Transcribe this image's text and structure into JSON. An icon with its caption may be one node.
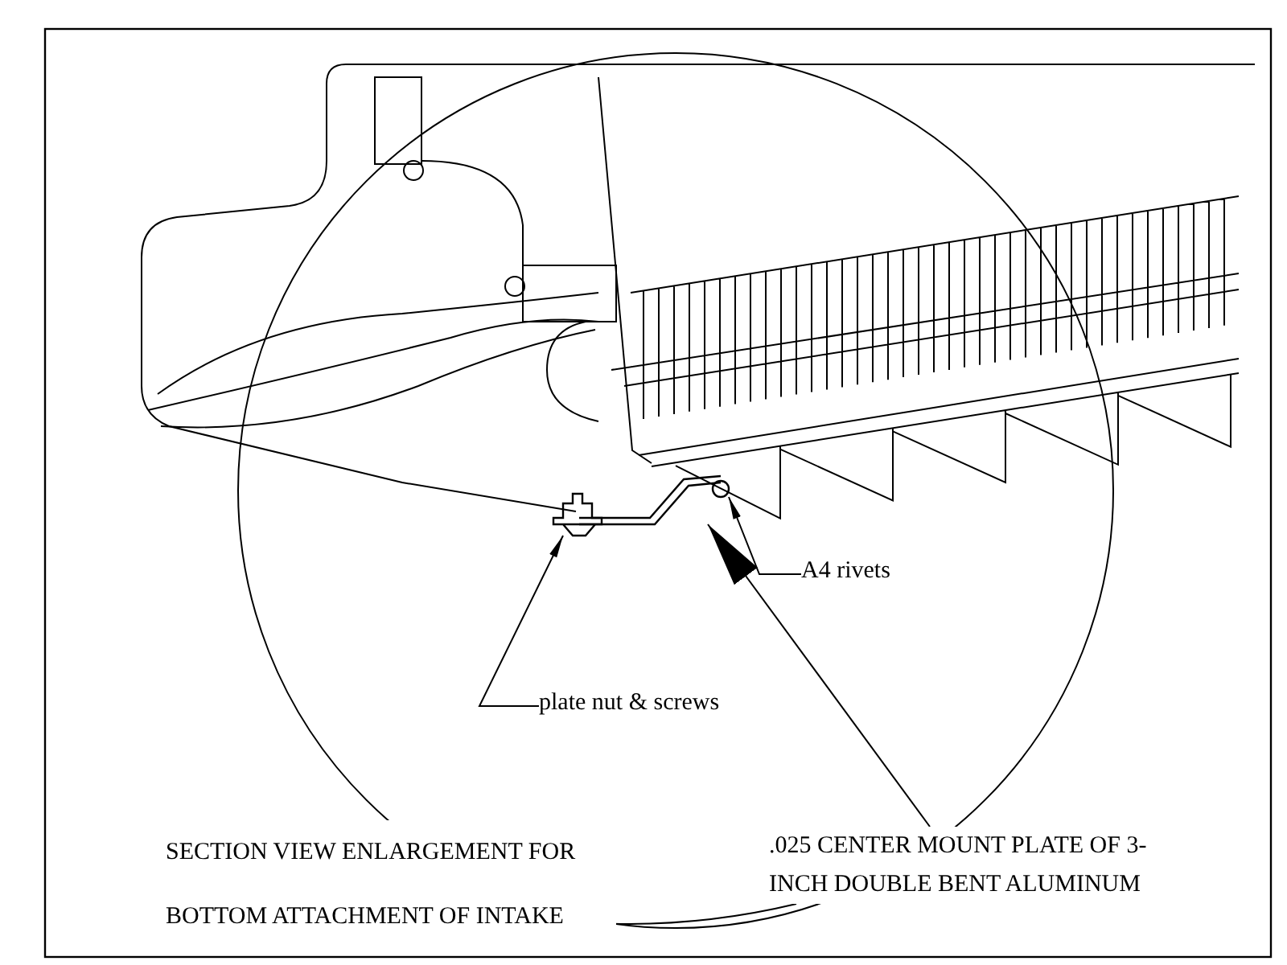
{
  "diagram": {
    "caption": "SECTION VIEW ENLARGEMENT FOR BOTTOM ATTACHMENT OF INTAKE",
    "nodes": [
      {
        "text": [
          "plate nut & screws"
        ]
      },
      {
        "text": [],
        "shape": "picture"
      },
      {
        "text": [
          "A4 rivets"
        ]
      },
      {
        "text": [],
        "shape": "circle"
      },
      {
        "text": [
          ".025 CENTER MOUNT PLATE OF 3-INCH DOUBLE BENT ALUMINUM"
        ]
      },
      {
        "text": [],
        "shape": "picture"
      }
    ],
    "edges": [
      {
        "from": 0,
        "to": 1,
        "arrow": "to"
      },
      {
        "from": 2,
        "to": 3,
        "arrow": "to"
      },
      {
        "from": 4,
        "to": 5,
        "arrow": "to"
      }
    ]
  }
}
